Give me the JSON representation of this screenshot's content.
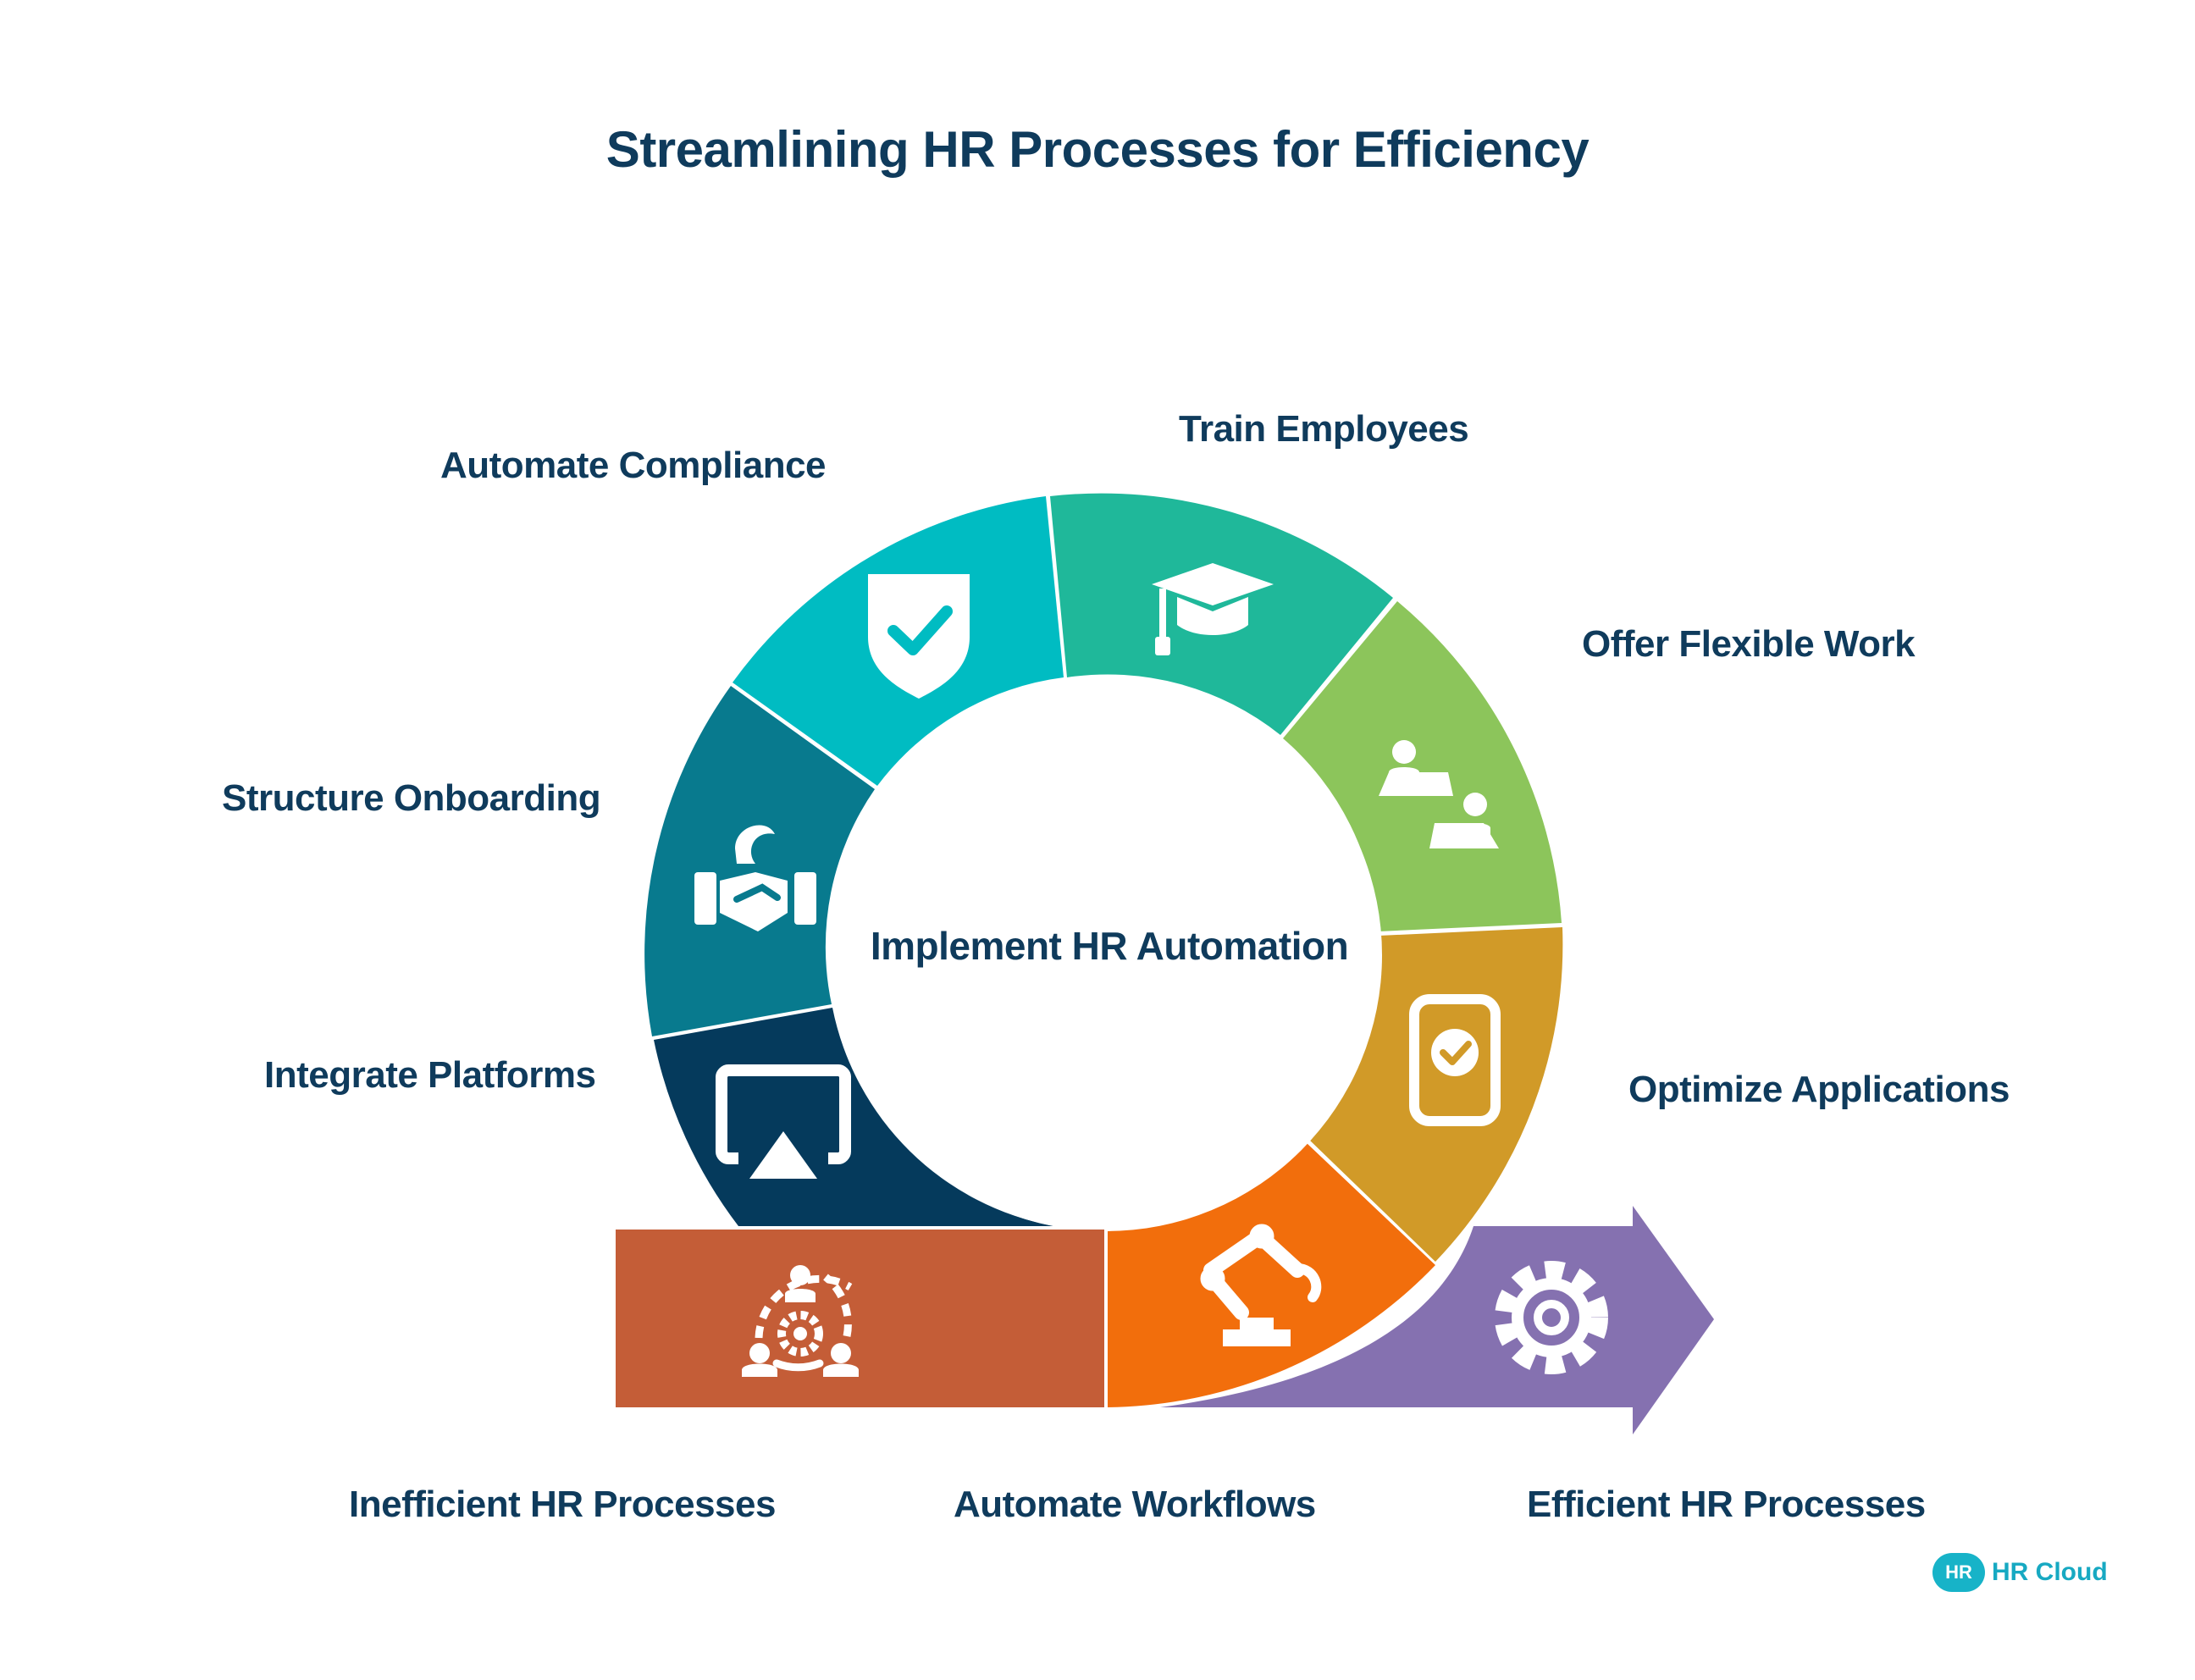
{
  "title": "Streamlining HR Processes for Efficiency",
  "center": "Implement HR Automation",
  "steps": [
    {
      "label": "Automate Compliance",
      "color": "#00bcc2",
      "icon": "shield-check-icon"
    },
    {
      "label": "Train Employees",
      "color": "#1fb89a",
      "icon": "graduation-cap-icon"
    },
    {
      "label": "Offer Flexible Work",
      "color": "#8cc55b",
      "icon": "remote-workers-icon"
    },
    {
      "label": "Optimize Applications",
      "color": "#d19a28",
      "icon": "mobile-check-icon"
    },
    {
      "label": "Automate Workflows",
      "color": "#f26e0c",
      "icon": "robotic-arm-icon"
    },
    {
      "label": "Structure Onboarding",
      "color": "#087a8e",
      "icon": "handshake-icon"
    },
    {
      "label": "Integrate Platforms",
      "color": "#053a5c",
      "icon": "screen-cast-icon"
    }
  ],
  "start": {
    "label": "Inefficient HR Processes",
    "color": "#c45d37",
    "icon": "team-gear-icon"
  },
  "end": {
    "label": "Efficient HR Processes",
    "color": "#8571b0",
    "icon": "gear-icon"
  },
  "brand": {
    "mark": "HR",
    "name": "HR Cloud"
  }
}
